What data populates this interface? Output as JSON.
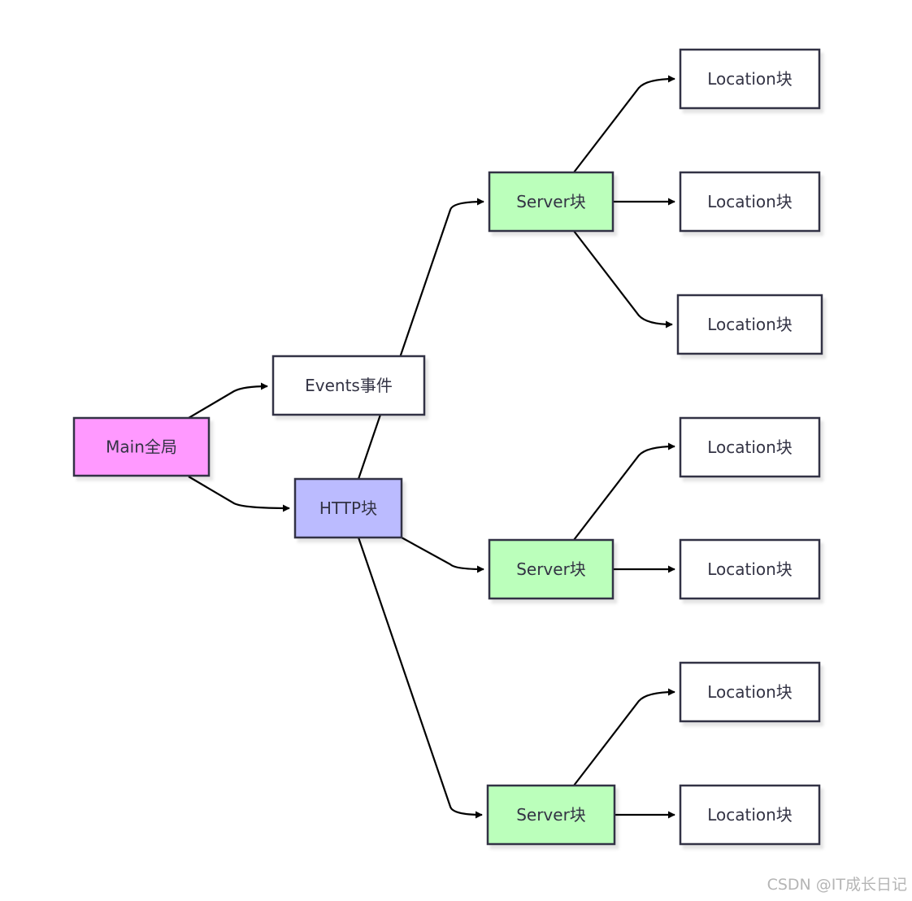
{
  "colors": {
    "main_fill": "#ff99ff",
    "http_fill": "#bbbbff",
    "server_fill": "#bbffbb",
    "default_fill": "#ffffff",
    "node_stroke": "#333344",
    "edge_stroke": "#000000",
    "label_color": "#333344",
    "watermark_color": "#b5b5b5"
  },
  "nodes": [
    {
      "id": "main",
      "label": "Main全局",
      "style": "main"
    },
    {
      "id": "events",
      "label": "Events事件",
      "style": "default"
    },
    {
      "id": "http",
      "label": "HTTP块",
      "style": "http"
    },
    {
      "id": "server1",
      "label": "Server块",
      "style": "server"
    },
    {
      "id": "server2",
      "label": "Server块",
      "style": "server"
    },
    {
      "id": "server3",
      "label": "Server块",
      "style": "server"
    },
    {
      "id": "loc1",
      "label": "Location块",
      "style": "default"
    },
    {
      "id": "loc2",
      "label": "Location块",
      "style": "default"
    },
    {
      "id": "loc3",
      "label": "Location块",
      "style": "default"
    },
    {
      "id": "loc4",
      "label": "Location块",
      "style": "default"
    },
    {
      "id": "loc5",
      "label": "Location块",
      "style": "default"
    },
    {
      "id": "loc6",
      "label": "Location块",
      "style": "default"
    },
    {
      "id": "loc7",
      "label": "Location块",
      "style": "default"
    }
  ],
  "edges": [
    {
      "from": "main",
      "to": "events"
    },
    {
      "from": "main",
      "to": "http"
    },
    {
      "from": "http",
      "to": "server1"
    },
    {
      "from": "http",
      "to": "server2"
    },
    {
      "from": "http",
      "to": "server3"
    },
    {
      "from": "server1",
      "to": "loc1"
    },
    {
      "from": "server1",
      "to": "loc2"
    },
    {
      "from": "server1",
      "to": "loc3"
    },
    {
      "from": "server2",
      "to": "loc4"
    },
    {
      "from": "server2",
      "to": "loc5"
    },
    {
      "from": "server3",
      "to": "loc6"
    },
    {
      "from": "server3",
      "to": "loc7"
    }
  ],
  "watermark": "CSDN @IT成长日记"
}
